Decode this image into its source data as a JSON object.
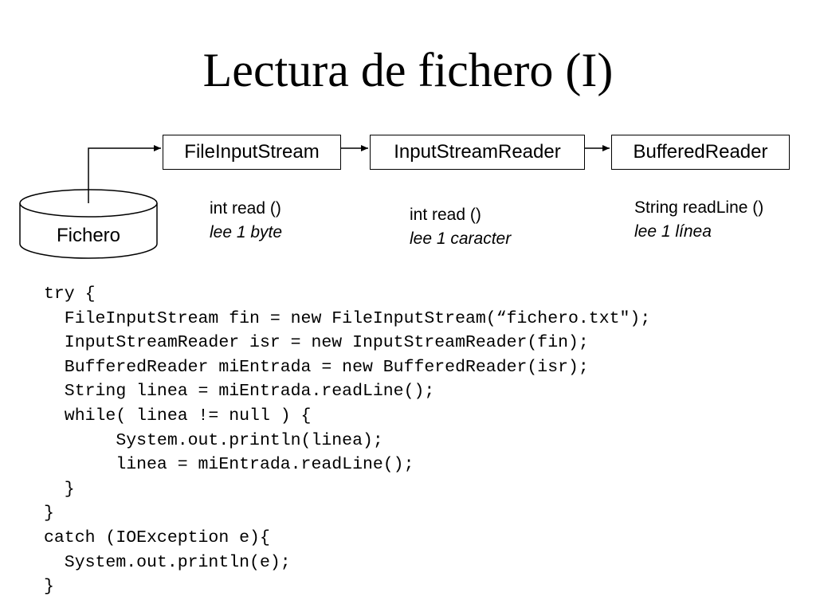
{
  "slide": {
    "title": "Lectura de fichero (I)"
  },
  "diagram": {
    "source": {
      "label": "Fichero"
    },
    "boxes": [
      {
        "label": "FileInputStream",
        "method": "int read ()",
        "description": "lee 1 byte"
      },
      {
        "label": "InputStreamReader",
        "method": "int read ()",
        "description": "lee 1 caracter"
      },
      {
        "label": "BufferedReader",
        "method": "String readLine ()",
        "description": "lee 1 línea"
      }
    ]
  },
  "code": {
    "lines": [
      "try {",
      "  FileInputStream fin = new FileInputStream(“fichero.txt\");",
      "  InputStreamReader isr = new InputStreamReader(fin);",
      "  BufferedReader miEntrada = new BufferedReader(isr);",
      "  String linea = miEntrada.readLine();",
      "  while( linea != null ) {",
      "       System.out.println(linea);",
      "       linea = miEntrada.readLine();",
      "  }",
      "}",
      "catch (IOException e){",
      "  System.out.println(e);",
      "}"
    ]
  }
}
